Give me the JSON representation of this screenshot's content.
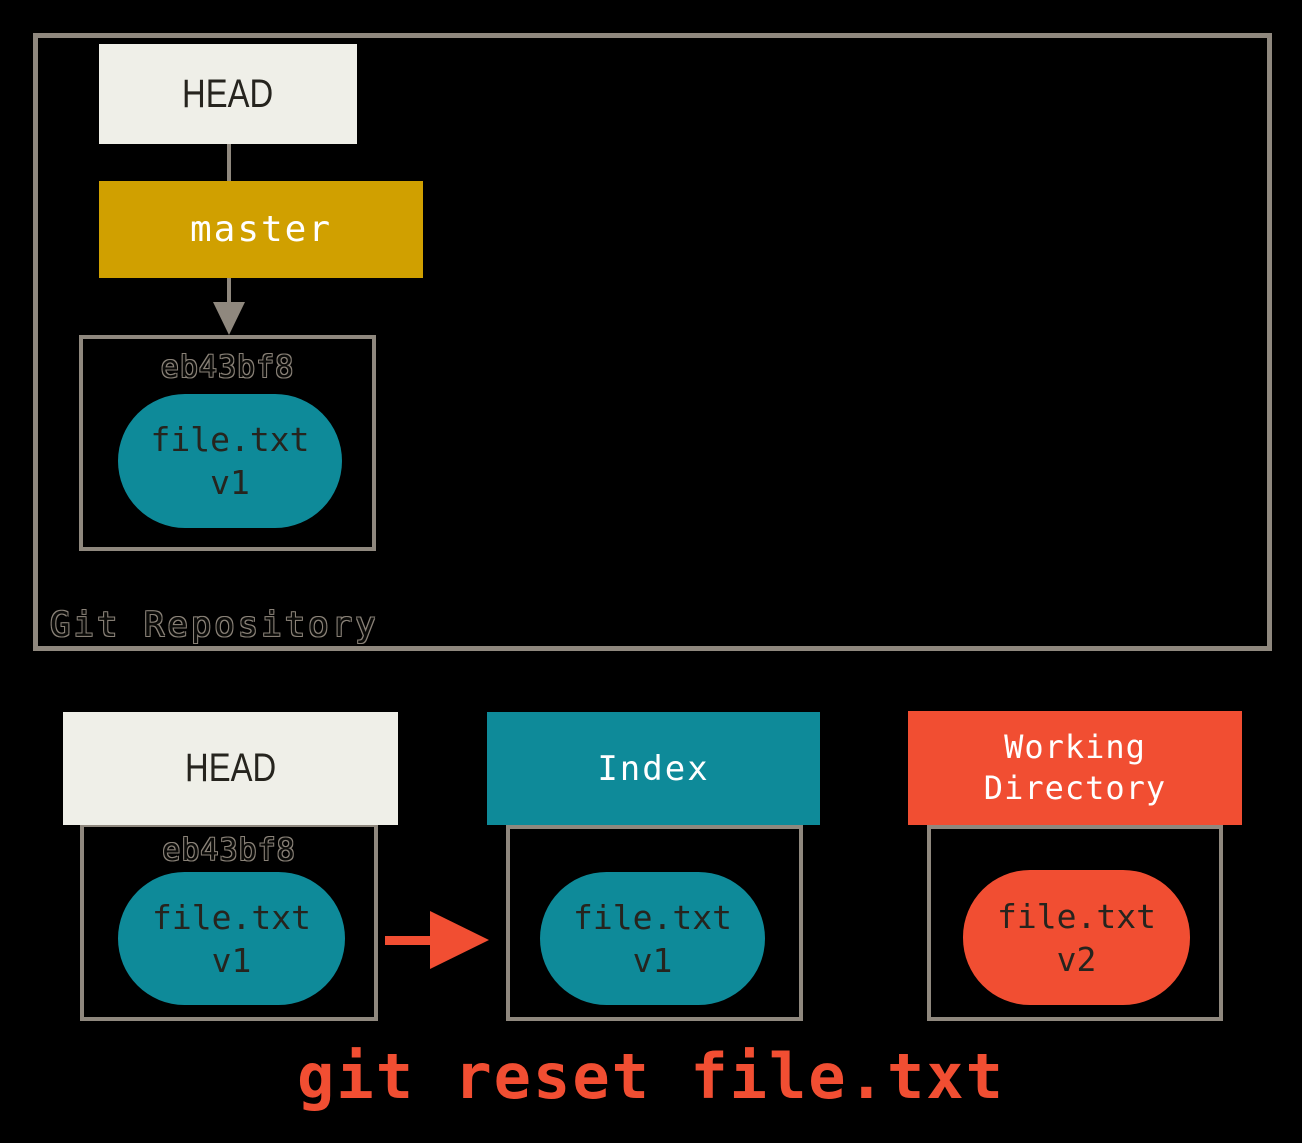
{
  "colors": {
    "background": "#000000",
    "teal": "#0E8A99",
    "gold": "#D0A000",
    "red": "#F14E32",
    "offwhite": "#EFEFE8",
    "border_gray": "#8F887E",
    "dark_text": "#26241E",
    "white_text": "#FFFFFF",
    "hash_outline": "#8A8278",
    "hash_fill": "#0A0A08"
  },
  "repository": {
    "label": "Git Repository",
    "head": {
      "label": "HEAD"
    },
    "branch": {
      "label": "master"
    },
    "commit": {
      "hash": "eb43bf8",
      "file": "file.txt",
      "version": "v1"
    }
  },
  "columns": [
    {
      "title": "HEAD",
      "hash": "eb43bf8",
      "file": "file.txt",
      "version": "v1"
    },
    {
      "title": "Index",
      "file": "file.txt",
      "version": "v1"
    },
    {
      "title": "Working Directory",
      "file": "file.txt",
      "version": "v2"
    }
  ],
  "caption": "git reset file.txt"
}
